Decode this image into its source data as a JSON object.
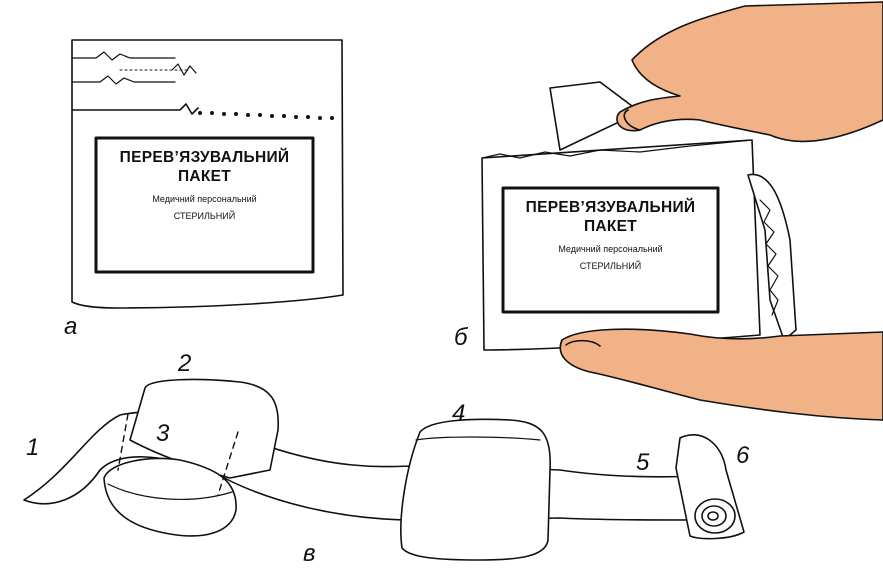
{
  "packet_label": {
    "line1": "ПЕРЕВ’ЯЗУВАЛЬНИЙ",
    "line2": "ПАКЕТ",
    "line3": "Медичний персональний",
    "line4": "СТЕРИЛЬНИЙ"
  },
  "panel_labels": {
    "a": "а",
    "b": "б",
    "c": "в"
  },
  "part_numbers": [
    "1",
    "2",
    "3",
    "4",
    "5",
    "6"
  ],
  "colors": {
    "skin": "#f1b287",
    "outline": "#111111",
    "paper": "#ffffff"
  }
}
